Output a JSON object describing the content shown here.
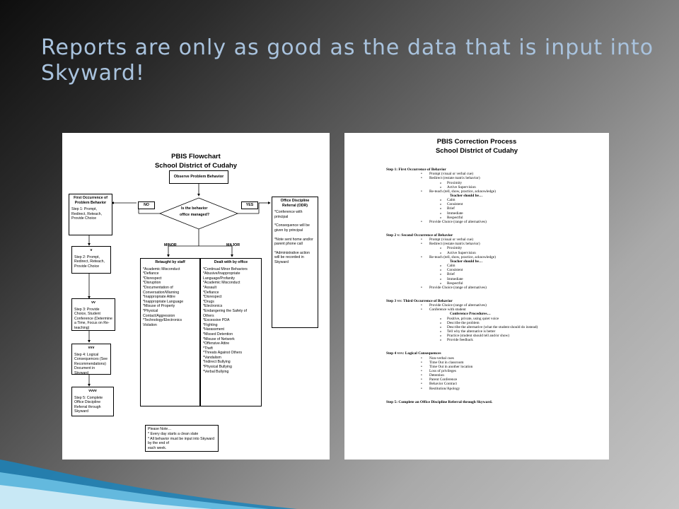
{
  "slide": {
    "title": "Reports are only as good as the data that is input into Skyward!"
  },
  "flowchart": {
    "title_line1": "PBIS Flowchart",
    "title_line2": "School District of Cudahy",
    "observe": "Observe Problem Behavior",
    "decision_line1": "Is the behavior",
    "decision_line2": "office managed?",
    "no_label": "NO",
    "yes_label": "YES",
    "minor_label": "MINOR",
    "major_label": "MAJOR",
    "first_occurrence": {
      "head": "First Occurrence of Problem Behavior",
      "body": "Step 1: Prompt, Redirect, Reteach, Provide Choice"
    },
    "step2": {
      "mark": "v",
      "body": "Step 2: Prompt, Redirect, Reteach, Provide Choice"
    },
    "step3": {
      "mark": "vv",
      "body": "Step 3: Provide Choice, Student Conference (Determine a Time, Focus on Re-teaching)"
    },
    "step4": {
      "mark": "vvv",
      "body": "Step 4: Logical Consequences (See Recommendations) Document in Skyward"
    },
    "step5": {
      "mark": "vvvv",
      "body": "Step 5: Complete Office Discipline Referral through Skyward"
    },
    "odr": {
      "head": "Office Discipline Referral (ODR)",
      "items": [
        "*Conference with principal",
        "*Consequence will be given by principal",
        "*Note sent home and/or parent phone call",
        "*Administrative action will be recorded in Skyward"
      ]
    },
    "staff": {
      "head": "Retaught by staff",
      "items": [
        "*Academic Misconduct",
        "*Defiance",
        "*Disrespect",
        "*Disruption",
        "*Documentation of",
        "Conversation/Warning",
        "*Inappropriate Attire",
        "*Inappropriate Language",
        "*Misuse of Property",
        "*Physical",
        "Contact/Aggression",
        "*Technology/Electronics",
        "Violation"
      ]
    },
    "office": {
      "head": "Dealt with by office",
      "items": [
        "*Continual Minor Behaviors",
        "*Abusive/Inappropriate",
        "Language/Profanity",
        "*Academic Misconduct",
        "*Assault",
        "*Defiance",
        "*Disrespect",
        "*Drugs",
        "*Electronics",
        "*Endangering the Safety of",
        "Others",
        "*Excessive PDA",
        "*Fighting",
        "*Harassment",
        "*Missed Detention",
        "*Misuse of Network",
        "*Offensive Attire",
        "*Theft",
        "*Threats Against Others",
        "*Vandalism",
        "*Indirect Bullying",
        "*Physical Bullying",
        "*Verbal Bullying"
      ]
    },
    "note": {
      "lines": [
        "Please Note…",
        "* Every day starts a clean slate",
        "* All behavior must be input into Skyward by the end of",
        "each week."
      ]
    }
  },
  "correction": {
    "title_line1": "PBIS Correction Process",
    "title_line2": "School District of Cudahy",
    "lines": [
      {
        "t": "step",
        "text": "Step 1:  First Occurrence of Behavior"
      },
      {
        "t": "l1",
        "text": "Prompt  (visual or verbal cue)"
      },
      {
        "t": "l1",
        "text": "Redirect (restate matrix behavior)"
      },
      {
        "t": "l2",
        "text": "Proximity"
      },
      {
        "t": "l2",
        "text": "Active Supervision"
      },
      {
        "t": "l1",
        "text": "Re-teach  (tell, show, practice, acknowledge)"
      },
      {
        "t": "hd",
        "text": "Teacher should be…"
      },
      {
        "t": "l2",
        "text": "Calm"
      },
      {
        "t": "l2",
        "text": "Consistent"
      },
      {
        "t": "l2",
        "text": "Brief"
      },
      {
        "t": "l2",
        "text": "Immediate"
      },
      {
        "t": "l2",
        "text": "Respectful"
      },
      {
        "t": "l1",
        "text": "Provide Choice (range of alternatives)"
      },
      {
        "t": "gap"
      },
      {
        "t": "step",
        "text": "Step 2 v:  Second Occurrence of Behavior"
      },
      {
        "t": "l1",
        "text": "Prompt  (visual or verbal cue)"
      },
      {
        "t": "l1",
        "text": "Redirect (restate matrix behavior)"
      },
      {
        "t": "l2",
        "text": "Proximity"
      },
      {
        "t": "l2",
        "text": "Active Supervision"
      },
      {
        "t": "l1",
        "text": "Re-teach  (tell, show, practice, acknowledge)"
      },
      {
        "t": "hd",
        "text": "Teacher should be…"
      },
      {
        "t": "l2",
        "text": "Calm"
      },
      {
        "t": "l2",
        "text": "Consistent"
      },
      {
        "t": "l2",
        "text": "Brief"
      },
      {
        "t": "l2",
        "text": "Immediate"
      },
      {
        "t": "l2",
        "text": "Respectful"
      },
      {
        "t": "l1",
        "text": "Provide Choice (range of alternatives)"
      },
      {
        "t": "gap"
      },
      {
        "t": "step",
        "text": "Step 3 vv:  Third Occurrence of Behavior"
      },
      {
        "t": "l1",
        "text": "Provide Choice (range of alternatives)"
      },
      {
        "t": "l1",
        "text": "Conference with student"
      },
      {
        "t": "hd",
        "text": "Conference Procedures…"
      },
      {
        "t": "l2",
        "text": "Positive, private, using quiet voice"
      },
      {
        "t": "l2",
        "text": "Describe the problem"
      },
      {
        "t": "l2",
        "text": "Describe the alternative (what the student should do instead)"
      },
      {
        "t": "l2",
        "text": "Tell why the alternative is better"
      },
      {
        "t": "l2",
        "text": "Practice (student should tell and/or show)"
      },
      {
        "t": "l2",
        "text": "Provide feedback"
      },
      {
        "t": "gap"
      },
      {
        "t": "step",
        "text": "Step 4 vvv:  Logical Consequences"
      },
      {
        "t": "l1",
        "text": "Non-verbal cues"
      },
      {
        "t": "l1",
        "text": "Time Out in classroom"
      },
      {
        "t": "l1",
        "text": "Time Out in another location"
      },
      {
        "t": "l1",
        "text": "Loss of privileges"
      },
      {
        "t": "l1",
        "text": "Detention"
      },
      {
        "t": "l1",
        "text": "Parent Conference"
      },
      {
        "t": "l1",
        "text": "Behavior Contract"
      },
      {
        "t": "l1",
        "text": "Restitution/Apology"
      },
      {
        "t": "gap"
      },
      {
        "t": "step",
        "text": "Step 5:  Complete an Office Discipline Referral through Skyward."
      }
    ]
  },
  "colors": {
    "title": "#a9c3de",
    "swoosh_light": "#bfe3f3",
    "swoosh_mid": "#3aa0d0"
  }
}
